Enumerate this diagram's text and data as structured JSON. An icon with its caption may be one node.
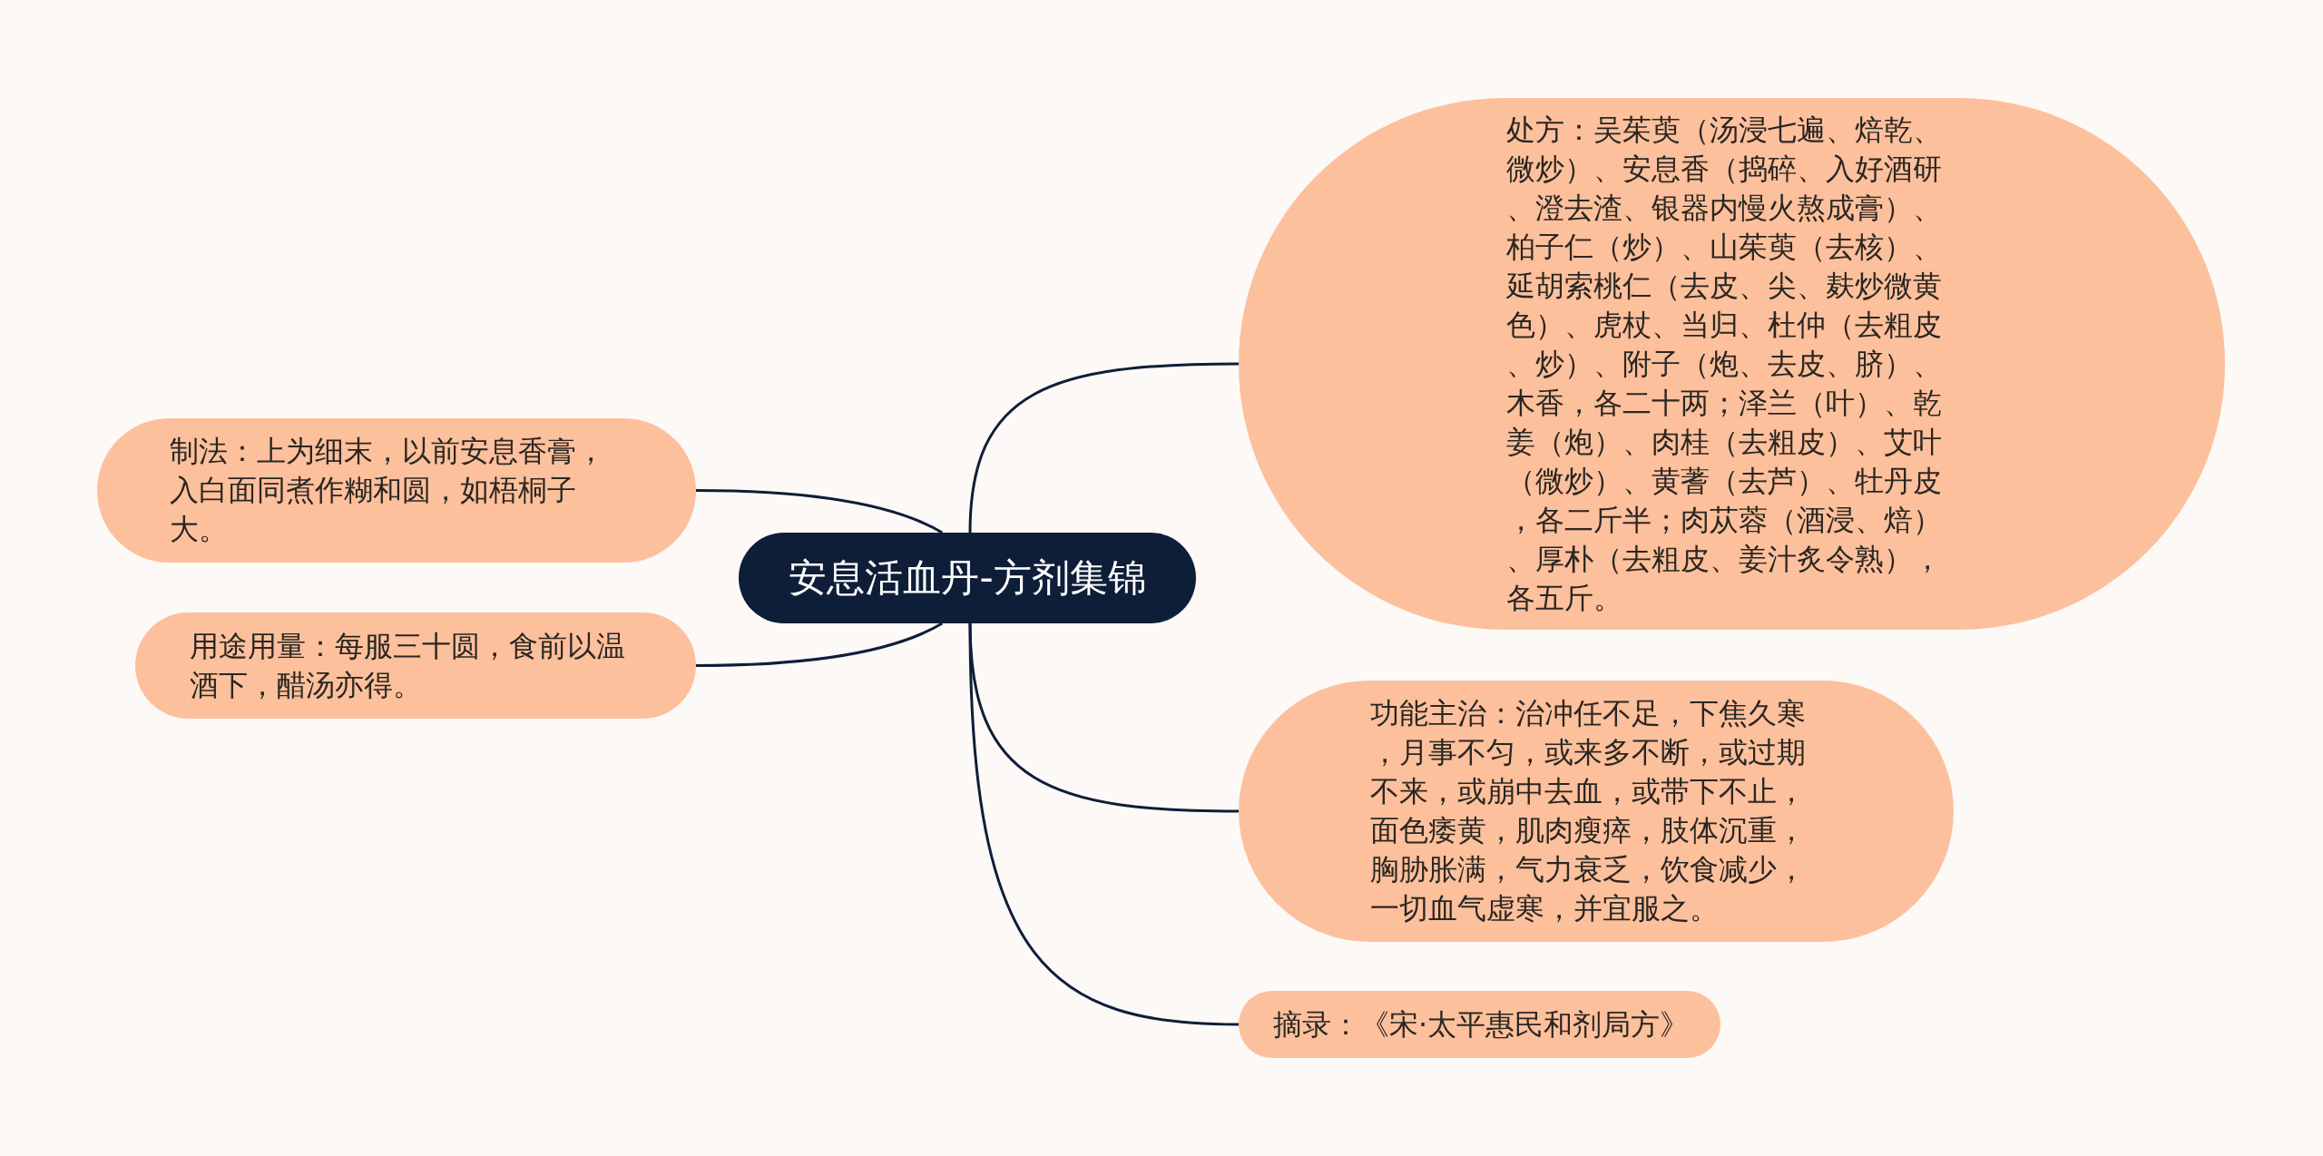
{
  "diagram": {
    "nodes": [
      {
        "text": [
          "安息活血丹-方剂集锦"
        ]
      },
      {
        "text": [
          "处方：吴茱萸（汤浸七遍、焙乾、微炒）、安息香（捣碎、入好酒研、澄去渣、银器内慢火熬成膏）、柏子仁（炒）、山茱萸（去核）、延胡索桃仁（去皮、尖、麸炒微黄色）、虎杖、当归、杜仲（去粗皮、炒）、附子（炮、去皮、脐）、木香，各二十两；泽兰（叶）、乾姜（炮）、肉桂（去粗皮）、艾叶（微炒）、黄蓍（去芦）、牡丹皮，各二斤半；肉苁蓉（酒浸、焙）、厚朴（去粗皮、姜汁炙令熟），各五斤。"
        ]
      },
      {
        "text": [
          "功能主治：治冲任不足，下焦久寒，月事不匀，或来多不断，或过期不来，或崩中去血，或带下不止，面色痿黄，肌肉瘦瘁，肢体沉重，胸胁胀满，气力衰乏，饮食减少，一切血气虚寒，并宜服之。"
        ]
      },
      {
        "text": [
          "摘录：《宋·太平惠民和剂局方》"
        ]
      },
      {
        "text": [
          "制法：上为细末，以前安息香膏，入白面同煮作糊和圆，如梧桐子大。"
        ]
      },
      {
        "text": [
          "用途用量：每服三十圆，食前以温酒下，醋汤亦得。"
        ]
      }
    ],
    "edges": [
      {
        "from": 0,
        "to": 1,
        "arrow": "none"
      },
      {
        "from": 0,
        "to": 2,
        "arrow": "none"
      },
      {
        "from": 0,
        "to": 3,
        "arrow": "none"
      },
      {
        "from": 0,
        "to": 4,
        "arrow": "none"
      },
      {
        "from": 0,
        "to": 5,
        "arrow": "none"
      }
    ]
  }
}
